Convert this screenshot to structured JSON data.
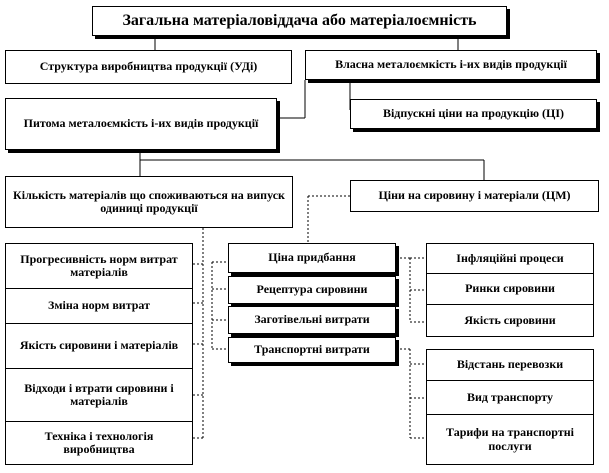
{
  "top": "Загальна матеріаловіддача або матеріалоємність",
  "structure": "Структура виробництва продукції (УДі)",
  "own_metal": "Власна металоємкість і-их видів продукції",
  "specific": "Питома металоємкість і-их видів продукції",
  "selling_prices": "Відпускні ціни на продукцію (ЦІ)",
  "quantity": "Кількість матеріалів що споживаються на випуск одиниці продукції",
  "raw_prices": "Ціни на сировину і матеріали (ЦМ)",
  "left_factors": [
    "Прогресивність норм витрат матеріалів",
    "Зміна норм витрат",
    "Якість сировини і матеріалів",
    "Відходи і втрати сировини і матеріалів",
    "Техніка і технологія виробництва"
  ],
  "mid_factors": [
    "Ціна придбання",
    "Рецептура сировини",
    "Заготівельні витрати",
    "Транспортні витрати"
  ],
  "right_factors": [
    "Інфляційні процеси",
    "Ринки сировини",
    "Якість сировини"
  ],
  "transport_factors": [
    "Відстань перевозки",
    "Вид транспорту",
    "Тарифи на транспортні послуги"
  ]
}
